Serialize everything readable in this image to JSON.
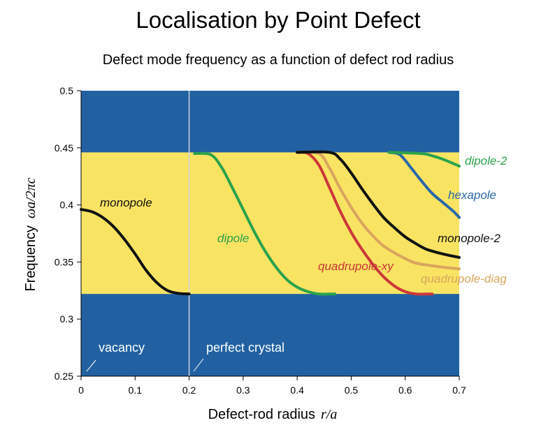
{
  "chart_data": {
    "type": "line",
    "title": "Localisation by Point Defect",
    "subtitle": "Defect mode frequency as a function of defect rod radius",
    "xlabel_prefix": "Defect-rod radius",
    "xlabel_var": "r",
    "xlabel_unit": "/a",
    "ylabel": "Frequency",
    "ylabel_unit": "ωa/2πc",
    "xlim": [
      0,
      0.7
    ],
    "ylim": [
      0.25,
      0.5
    ],
    "xticks": [
      "0",
      "0.1",
      "0.2",
      "0.3",
      "0.4",
      "0.5",
      "0.6",
      "0.7"
    ],
    "yticks": [
      "0.25",
      "0.3",
      "0.35",
      "0.4",
      "0.45",
      "0.5"
    ],
    "band_gap": [
      0.322,
      0.446
    ],
    "colors": {
      "background": "#2161A2",
      "gap": "#F9E363",
      "monopole": "#111111",
      "dipole": "#2BA24C",
      "quadrupole_xy": "#CB3838",
      "quadrupole_diag": "#D8A55E",
      "hexapole": "#2868A8",
      "dipole2": "#2BA24C",
      "monopole2": "#111111",
      "divider": "#C9D3DE",
      "annotation": "#FFFFFF"
    },
    "series": [
      {
        "name": "monopole",
        "points": [
          [
            0,
            0.396
          ],
          [
            0.02,
            0.394
          ],
          [
            0.04,
            0.389
          ],
          [
            0.06,
            0.381
          ],
          [
            0.08,
            0.37
          ],
          [
            0.1,
            0.357
          ],
          [
            0.12,
            0.343
          ],
          [
            0.14,
            0.332
          ],
          [
            0.16,
            0.325
          ],
          [
            0.18,
            0.3225
          ],
          [
            0.2,
            0.322
          ]
        ]
      },
      {
        "name": "dipole",
        "points": [
          [
            0.21,
            0.445
          ],
          [
            0.24,
            0.444
          ],
          [
            0.26,
            0.433
          ],
          [
            0.28,
            0.415
          ],
          [
            0.3,
            0.396
          ],
          [
            0.32,
            0.377
          ],
          [
            0.34,
            0.36
          ],
          [
            0.36,
            0.346
          ],
          [
            0.38,
            0.335
          ],
          [
            0.4,
            0.328
          ],
          [
            0.42,
            0.324
          ],
          [
            0.44,
            0.322
          ],
          [
            0.47,
            0.322
          ]
        ]
      },
      {
        "name": "quadrupole-xy",
        "points": [
          [
            0.4,
            0.446
          ],
          [
            0.42,
            0.445
          ],
          [
            0.44,
            0.435
          ],
          [
            0.46,
            0.415
          ],
          [
            0.48,
            0.394
          ],
          [
            0.5,
            0.376
          ],
          [
            0.52,
            0.361
          ],
          [
            0.54,
            0.348
          ],
          [
            0.56,
            0.337
          ],
          [
            0.58,
            0.329
          ],
          [
            0.6,
            0.324
          ],
          [
            0.62,
            0.322
          ],
          [
            0.65,
            0.322
          ]
        ]
      },
      {
        "name": "quadrupole-diag",
        "points": [
          [
            0.4,
            0.446
          ],
          [
            0.44,
            0.445
          ],
          [
            0.46,
            0.432
          ],
          [
            0.48,
            0.414
          ],
          [
            0.5,
            0.398
          ],
          [
            0.52,
            0.384
          ],
          [
            0.54,
            0.373
          ],
          [
            0.56,
            0.364
          ],
          [
            0.58,
            0.358
          ],
          [
            0.6,
            0.353
          ],
          [
            0.62,
            0.349
          ],
          [
            0.66,
            0.346
          ],
          [
            0.7,
            0.344
          ]
        ]
      },
      {
        "name": "monopole-2",
        "points": [
          [
            0.4,
            0.446
          ],
          [
            0.46,
            0.446
          ],
          [
            0.48,
            0.44
          ],
          [
            0.5,
            0.428
          ],
          [
            0.52,
            0.414
          ],
          [
            0.54,
            0.401
          ],
          [
            0.56,
            0.389
          ],
          [
            0.58,
            0.38
          ],
          [
            0.6,
            0.372
          ],
          [
            0.62,
            0.366
          ],
          [
            0.64,
            0.361
          ],
          [
            0.67,
            0.357
          ],
          [
            0.7,
            0.354
          ]
        ]
      },
      {
        "name": "hexapole",
        "points": [
          [
            0.57,
            0.446
          ],
          [
            0.59,
            0.444
          ],
          [
            0.61,
            0.433
          ],
          [
            0.63,
            0.421
          ],
          [
            0.65,
            0.41
          ],
          [
            0.67,
            0.402
          ],
          [
            0.69,
            0.394
          ],
          [
            0.7,
            0.389
          ]
        ]
      },
      {
        "name": "dipole-2",
        "points": [
          [
            0.57,
            0.446
          ],
          [
            0.63,
            0.445
          ],
          [
            0.65,
            0.443
          ],
          [
            0.67,
            0.44
          ],
          [
            0.69,
            0.436
          ],
          [
            0.7,
            0.434
          ]
        ]
      }
    ],
    "series_labels": {
      "monopole": "monopole",
      "dipole": "dipole",
      "quadrupole_xy": "quadrupole-xy",
      "quadrupole_diag": "quadrupole-diag",
      "hexapole": "hexapole",
      "monopole2": "monopole-2",
      "dipole2": "dipole-2"
    },
    "annotations": {
      "vacancy": "vacancy",
      "perfect_crystal": "perfect crystal"
    }
  }
}
